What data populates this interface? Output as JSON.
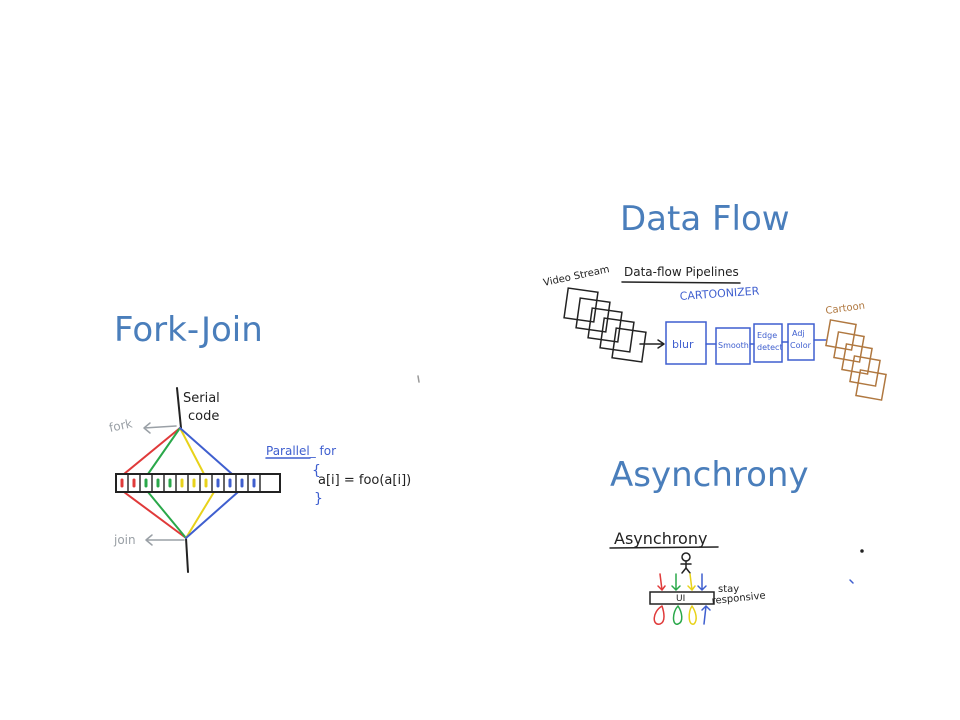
{
  "slide": {
    "fork_join": {
      "title": "Fork-Join",
      "serial_code": [
        "Serial",
        "code"
      ],
      "fork_label": "fork",
      "join_label": "join",
      "parallel_for": "Parallel_ for",
      "brace_open": "{",
      "statement": "a[i] = foo(a[i])",
      "brace_close": "}"
    },
    "data_flow": {
      "title": "Data Flow",
      "video_stream": "Video Stream",
      "heading": "Data-flow Pipelines",
      "subheading": "CARTOONIZER",
      "cartoon_label": "Cartoon",
      "stages": [
        {
          "lines": [
            "blur"
          ]
        },
        {
          "lines": [
            "Smooth"
          ]
        },
        {
          "lines": [
            "Edge",
            "detect"
          ]
        },
        {
          "lines": [
            "Adj",
            "Color"
          ]
        }
      ]
    },
    "asynchrony": {
      "title": "Asynchrony",
      "heading": "Asynchrony",
      "ui_label": "UI",
      "caption": [
        "stay",
        "responsive"
      ]
    },
    "colors": {
      "title": "#4a7ebb",
      "ink": "#222222",
      "blue": "#3f5fcf",
      "brown": "#b07840",
      "red": "#e03a3a",
      "green": "#2aa84a",
      "yellow": "#e8d21a"
    }
  }
}
